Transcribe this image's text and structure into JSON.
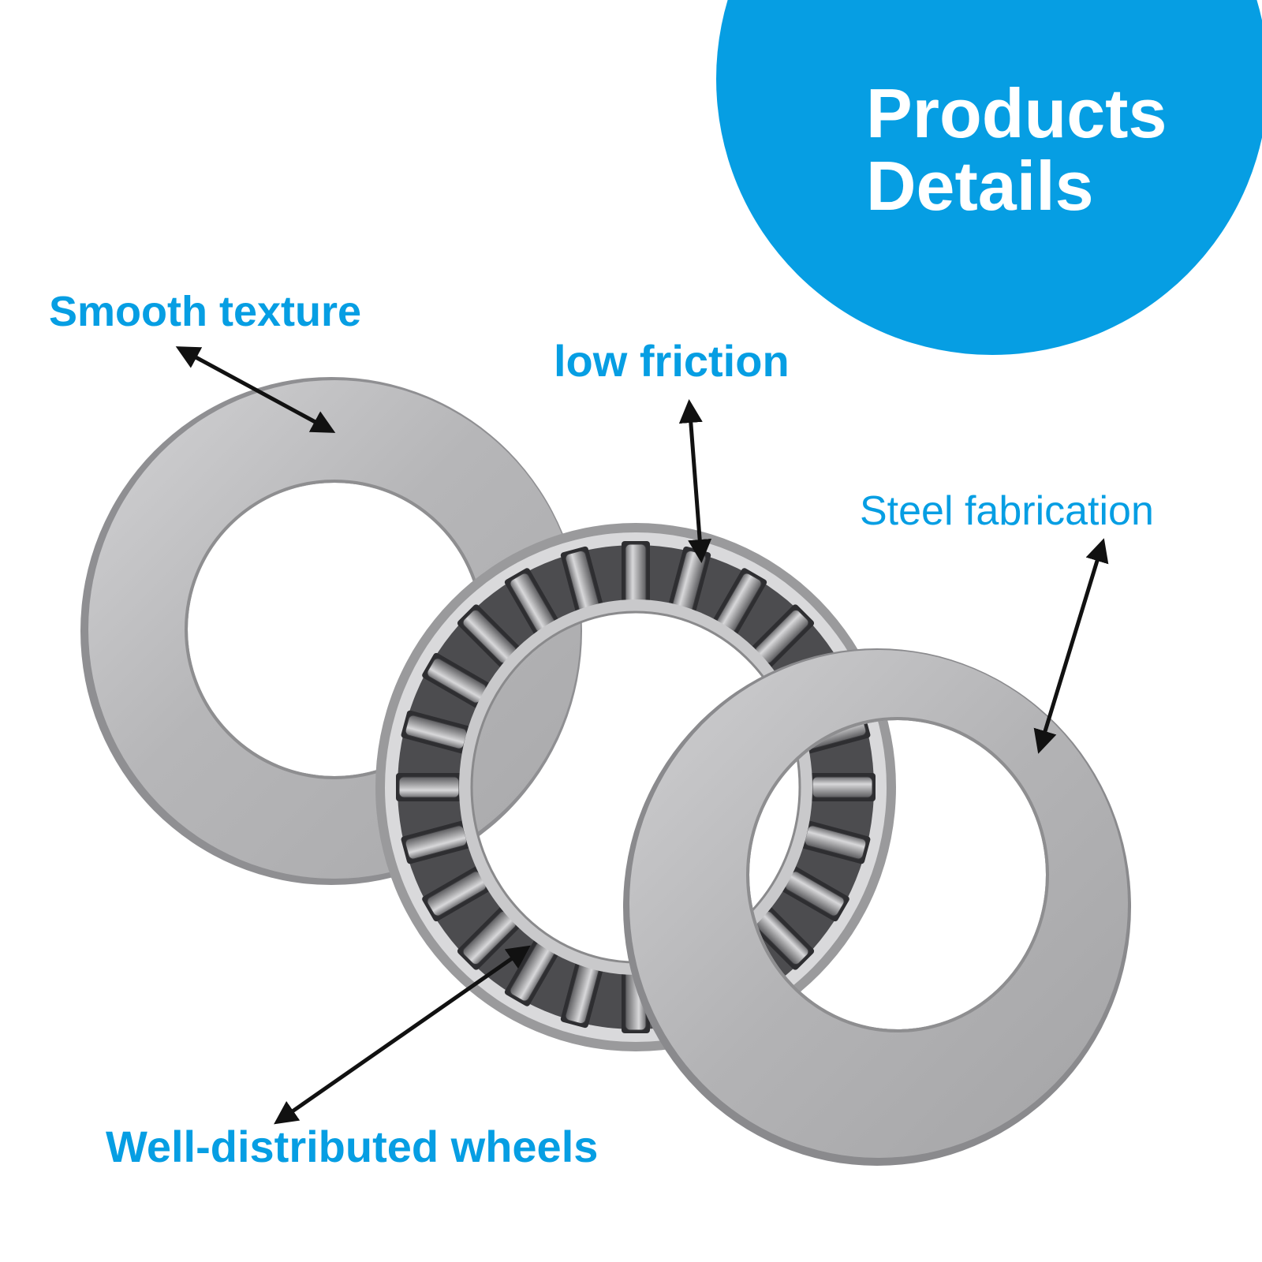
{
  "badge": {
    "line1": "Products",
    "line2": "Details",
    "color": "#069ee3"
  },
  "labels": {
    "smooth_texture": "Smooth texture",
    "low_friction": "low friction",
    "steel_fabrication": "Steel fabrication",
    "well_distributed_wheels": "Well-distributed wheels"
  },
  "colors": {
    "label": "#069ee3",
    "arrow": "#111111",
    "washer": "#b9b9bb"
  },
  "product": {
    "parts": [
      "thrust-washer",
      "needle-roller-cage",
      "thrust-washer"
    ],
    "needle_roller_count": 24
  }
}
